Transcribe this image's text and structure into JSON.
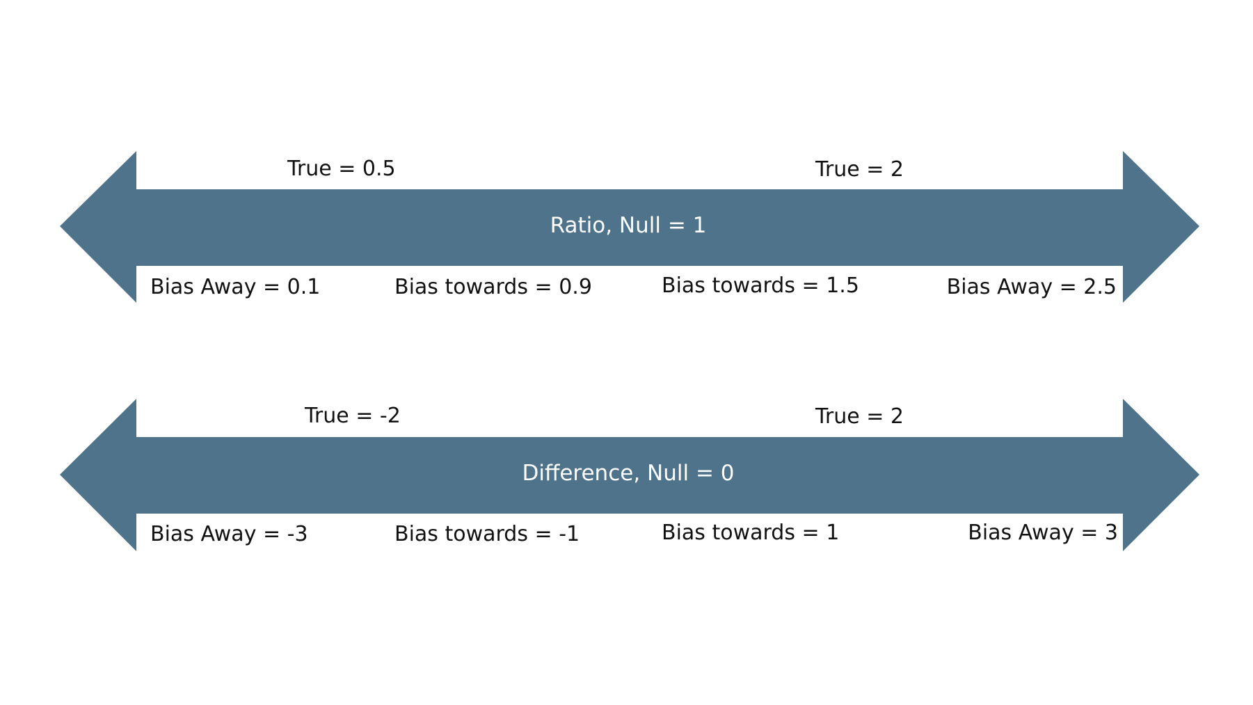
{
  "colors": {
    "arrow_fill": "#4f738b",
    "center_text": "#ffffff",
    "label_text": "#111111",
    "background": "#ffffff"
  },
  "ratio_arrow": {
    "center_label": "Ratio, Null = 1",
    "top_labels": [
      "True = 0.5",
      "True = 2"
    ],
    "bottom_labels": [
      "Bias Away = 0.1",
      "Bias towards = 0.9",
      "Bias towards = 1.5",
      "Bias Away = 2.5"
    ]
  },
  "difference_arrow": {
    "center_label": "Difference, Null = 0",
    "top_labels": [
      "True = -2",
      "True = 2"
    ],
    "bottom_labels": [
      "Bias Away = -3",
      "Bias towards = -1",
      "Bias towards = 1",
      "Bias Away = 3"
    ]
  }
}
